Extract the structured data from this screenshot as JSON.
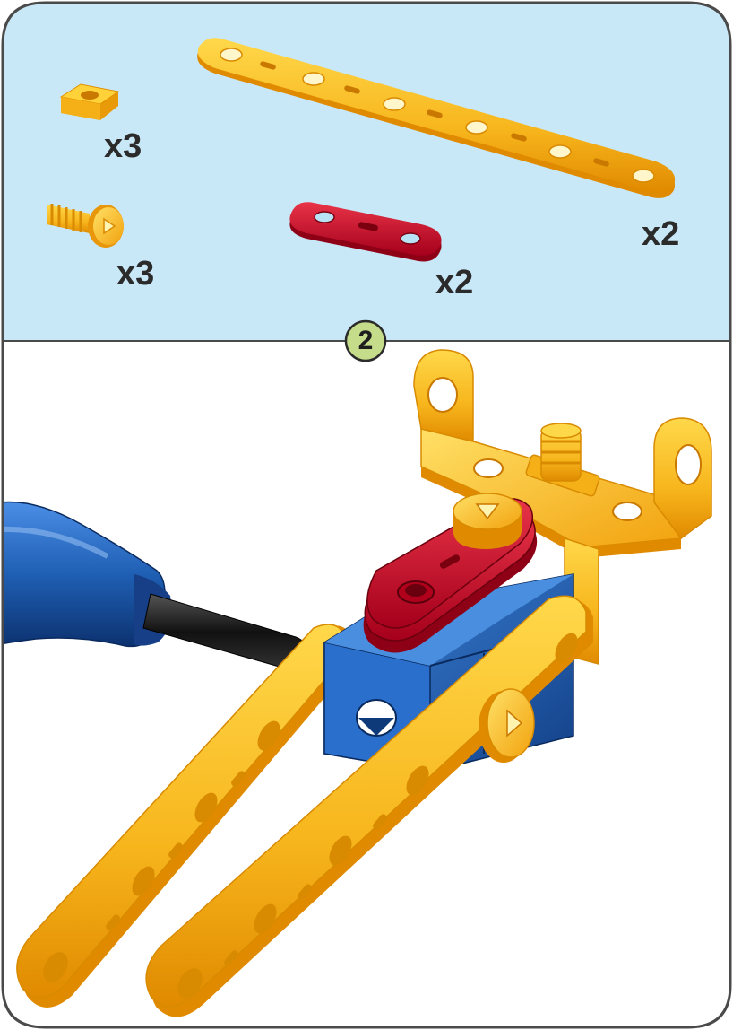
{
  "step": {
    "number": "2"
  },
  "parts": [
    {
      "name": "square-nut",
      "quantity": "x3"
    },
    {
      "name": "screw",
      "quantity": "x3"
    },
    {
      "name": "long-yellow-strip",
      "quantity": "x2"
    },
    {
      "name": "short-red-strip",
      "quantity": "x2"
    }
  ],
  "colors": {
    "parts_panel_background": "#c9e8f7",
    "frame_border": "#4a4a4a",
    "badge_fill": "#c5dd8a",
    "yellow_part": "#f7b51c",
    "red_part": "#c8102e",
    "blue_part": "#1f5fb4",
    "screwdriver_handle": "#1f5fb4",
    "screwdriver_shaft": "#1a1a1a"
  },
  "icons": [
    "square-nut-icon",
    "screw-icon",
    "long-strip-icon",
    "short-red-strip-icon",
    "screwdriver-icon",
    "step-badge-icon"
  ]
}
